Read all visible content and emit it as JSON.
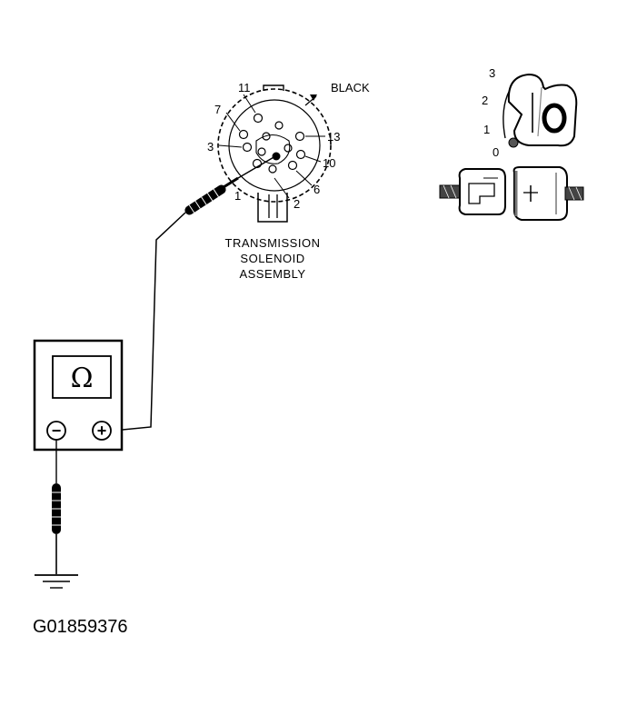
{
  "figure": {
    "code": "G01859376",
    "connector": {
      "wire_label": "BLACK",
      "pin_labels": {
        "p11": "11",
        "p7": "7",
        "p3": "3",
        "p13": "13",
        "p10": "10",
        "p1": "1",
        "p2": "2",
        "p6": "6"
      },
      "caption_lines": [
        "TRANSMISSION",
        "SOLENOID",
        "ASSEMBLY"
      ]
    },
    "meter": {
      "display_symbol": "Ω",
      "negative_symbol": "−",
      "positive_symbol": "+"
    },
    "ignition_switch": {
      "positions": [
        "3",
        "2",
        "1",
        "0"
      ]
    }
  }
}
